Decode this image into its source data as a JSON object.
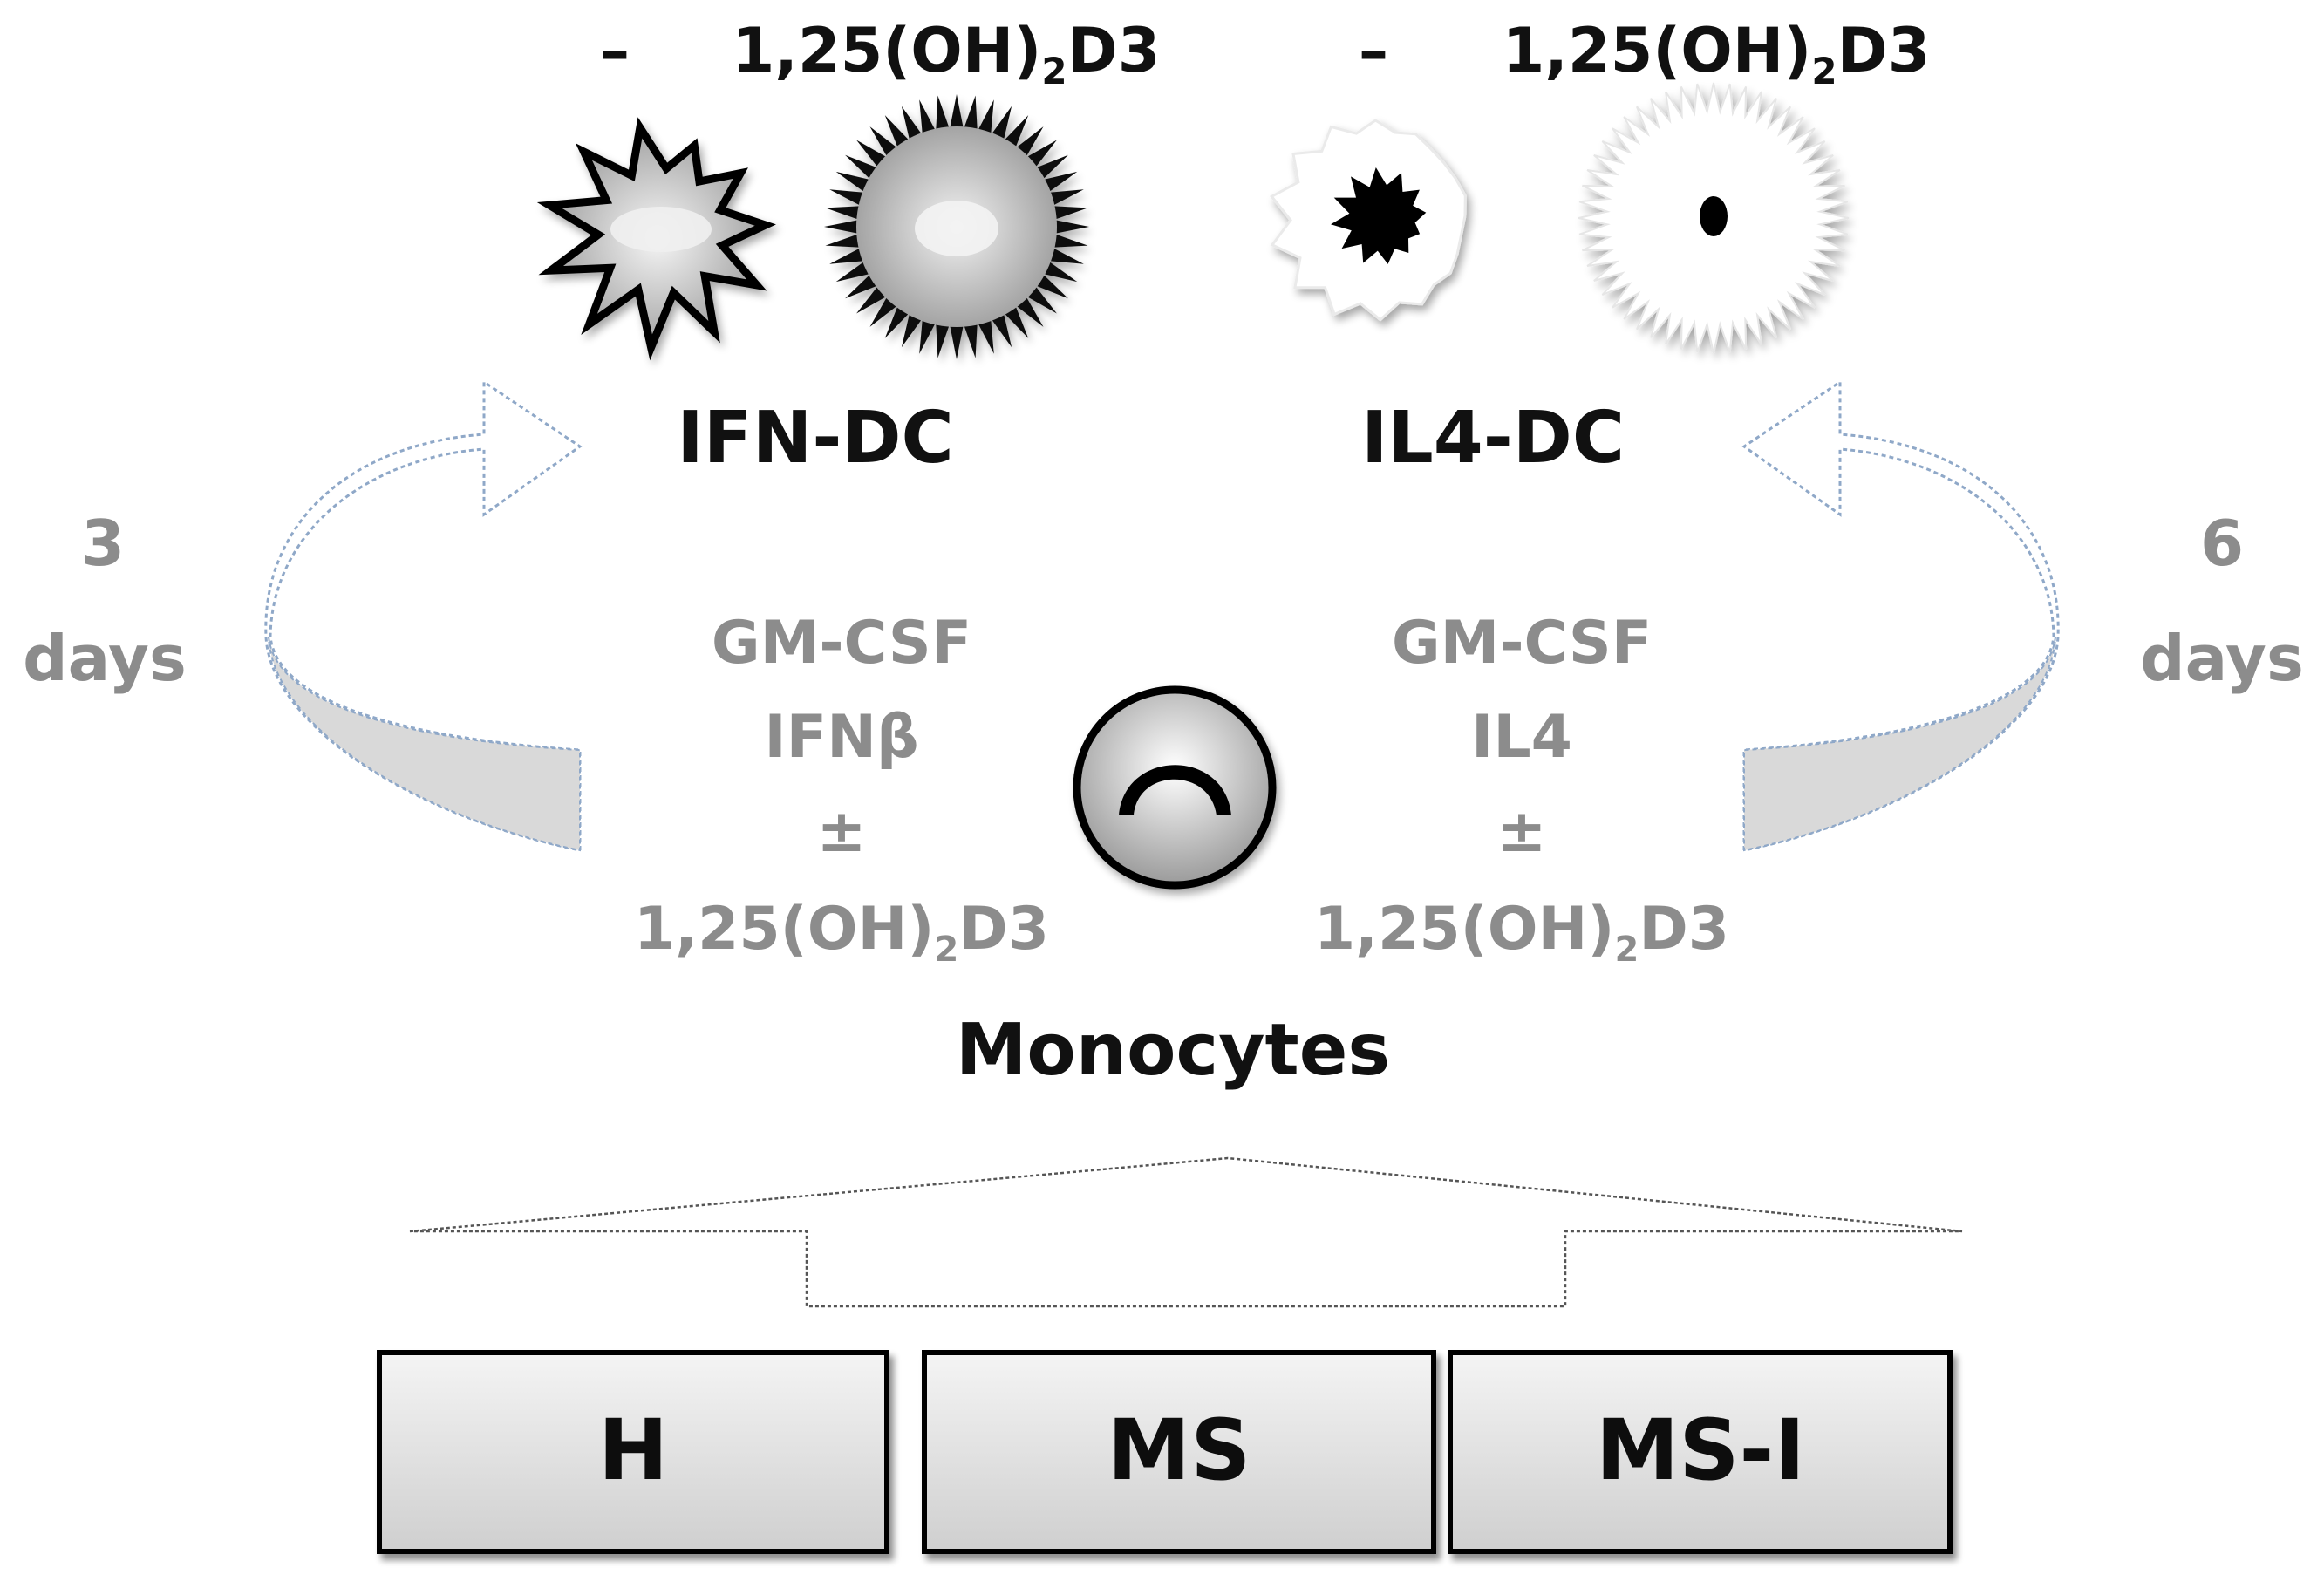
{
  "treatments": {
    "ifn_minus": "–",
    "ifn_vd3": {
      "pre": "1,25(OH)",
      "sub": "2",
      "post": "D3"
    },
    "il4_minus": "–",
    "il4_vd3": {
      "pre": "1,25(OH)",
      "sub": "2",
      "post": "D3"
    }
  },
  "cell_types": {
    "ifn_dc": "IFN-DC",
    "il4_dc": "IL4-DC",
    "monocytes": "Monocytes"
  },
  "durations": {
    "left_number": "3",
    "left_unit": "days",
    "right_number": "6",
    "right_unit": "days"
  },
  "conditions": {
    "left": {
      "line1": "GM-CSF",
      "line2": "IFNβ",
      "line3": "±",
      "vd3": {
        "pre": "1,25(OH)",
        "sub": "2",
        "post": "D3"
      }
    },
    "right": {
      "line1": "GM-CSF",
      "line2": "IL4",
      "line3": "±",
      "vd3": {
        "pre": "1,25(OH)",
        "sub": "2",
        "post": "D3"
      }
    }
  },
  "groups": [
    "H",
    "MS",
    "MS-I"
  ],
  "colors": {
    "dark_text": "#111111",
    "grey_text": "#8c8c8c",
    "box_fill_top": "#f4f4f4",
    "box_fill_bottom": "#cfcfcf",
    "arrow_outline": "#8fa8c8"
  }
}
